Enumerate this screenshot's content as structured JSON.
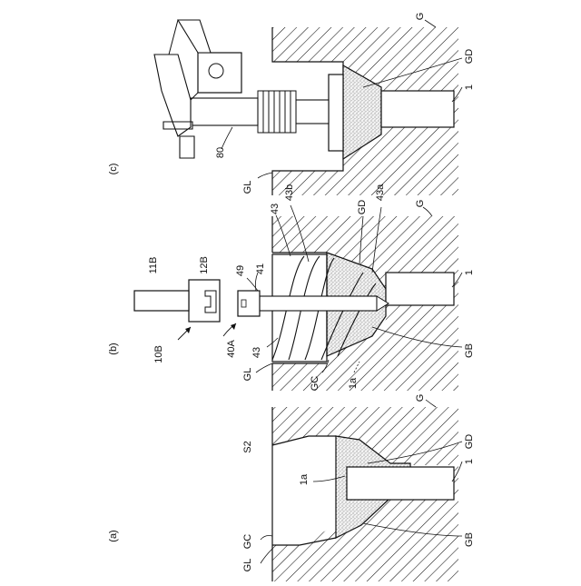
{
  "panels": {
    "a": {
      "caption": "(a)",
      "labels": {
        "GL": "GL",
        "GC": "GC",
        "S2": "S2",
        "one_a": "1a",
        "G": "G",
        "GD": "GD",
        "one": "1",
        "GB": "GB"
      }
    },
    "b": {
      "caption": "(b)",
      "labels": {
        "n11B": "11B",
        "n12B": "12B",
        "n10B": "10B",
        "n49": "49",
        "n41": "41",
        "n40A": "40A",
        "n43_top": "43",
        "n43b": "43b",
        "n43_left": "43",
        "GL": "GL",
        "GC": "GC",
        "one_a": "1a",
        "GD": "GD",
        "n43a": "43a",
        "G": "G",
        "one": "1",
        "GB": "GB"
      }
    },
    "c": {
      "caption": "(c)",
      "labels": {
        "G": "G",
        "GD": "GD",
        "one": "1",
        "n80": "80",
        "GL": "GL"
      }
    }
  },
  "colors": {
    "ink": "#111111",
    "paper": "#ffffff",
    "stipple": "#9a9a9a"
  }
}
